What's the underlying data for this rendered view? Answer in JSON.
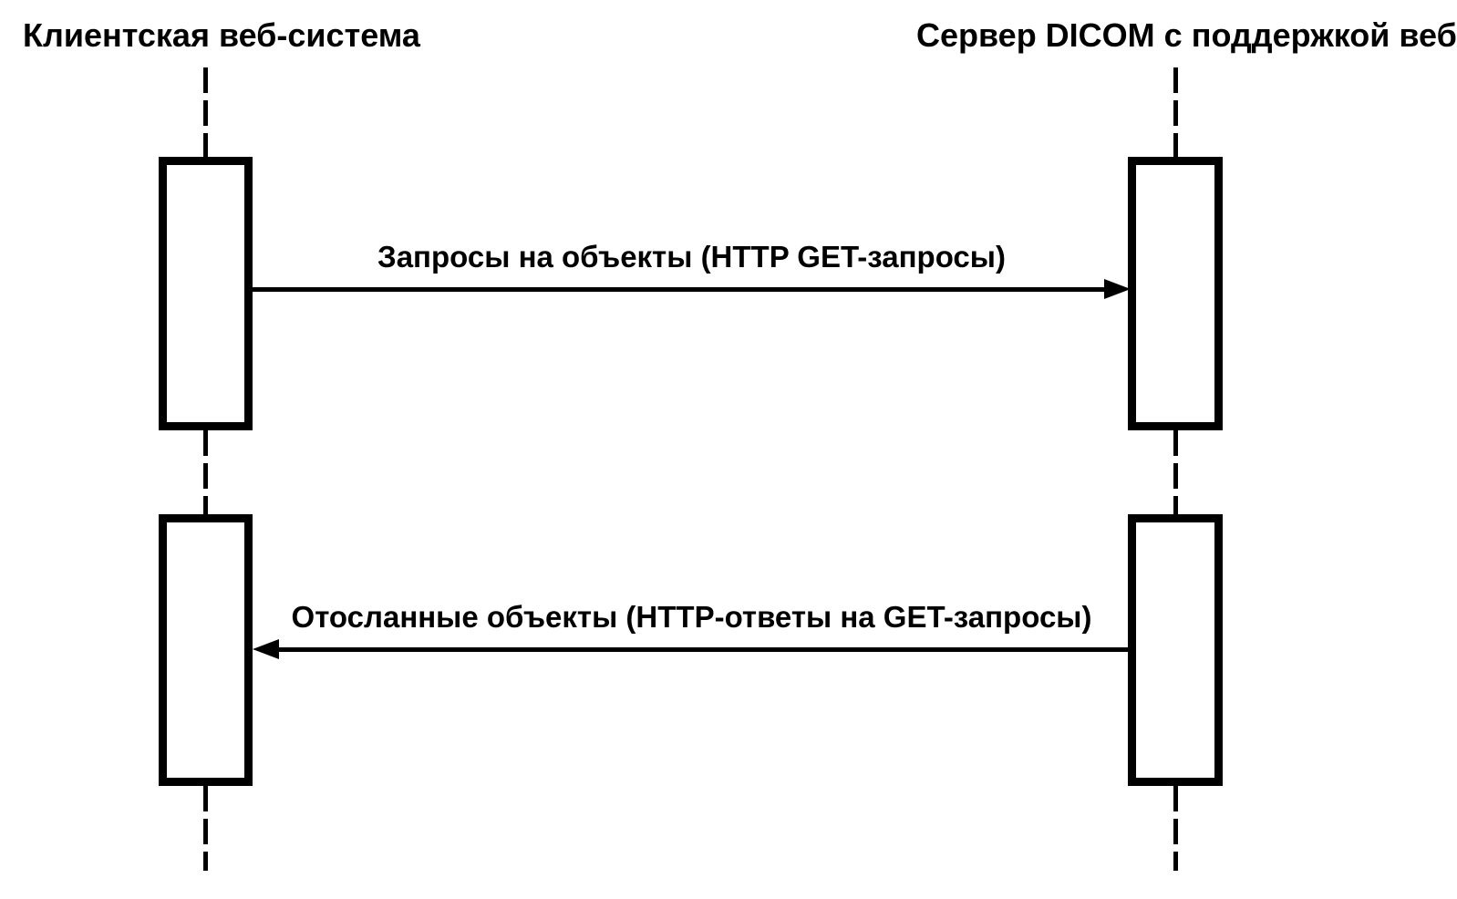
{
  "diagram": {
    "type": "sequence-diagram",
    "actors": [
      {
        "id": "client",
        "label": "Клиентская веб-система"
      },
      {
        "id": "server",
        "label": "Сервер DICOM с поддержкой веб"
      }
    ],
    "messages": [
      {
        "label": "Запросы на объекты (HTTP GET-запросы)",
        "from": "Клиентская веб-система",
        "to": "Сервер DICOM с поддержкой веб",
        "direction": "left-to-right"
      },
      {
        "label": "Отосланные объекты (HTTP-ответы на GET-запросы)",
        "from": "Сервер DICOM с поддержкой веб",
        "to": "Клиентская веб-система",
        "direction": "right-to-left"
      }
    ],
    "activations": {
      "client_count": 2,
      "server_count": 2
    },
    "colors": {
      "foreground": "#000000",
      "background": "#ffffff",
      "activation_fill": "#ffffff"
    }
  }
}
